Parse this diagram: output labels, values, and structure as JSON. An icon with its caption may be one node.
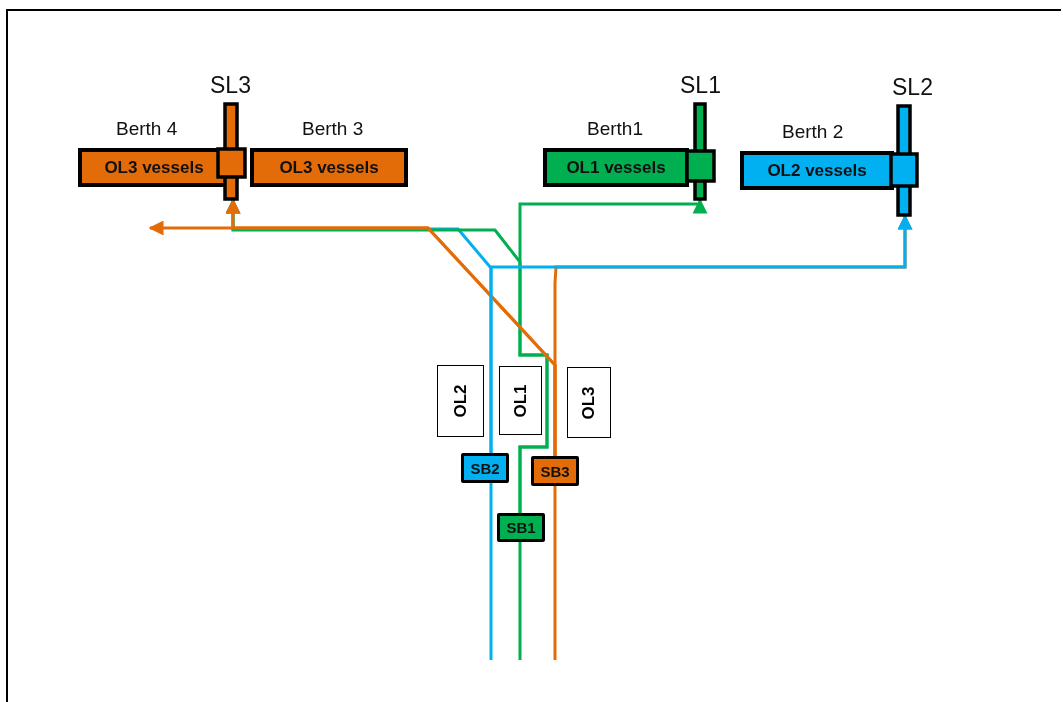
{
  "diagram": {
    "nodes": [
      {
        "text": [
          "Berth 4",
          "OL3 vessels"
        ]
      },
      {
        "text": [
          "Berth 3",
          "OL3 vessels"
        ]
      },
      {
        "text": [
          "Berth1",
          "OL1 vessels"
        ]
      },
      {
        "text": [
          "Berth 2",
          "OL2 vessels"
        ]
      },
      {
        "text": [
          "SL3"
        ]
      },
      {
        "text": [
          "SL1"
        ]
      },
      {
        "text": [
          "SL2"
        ]
      },
      {
        "text": [
          "OL2"
        ]
      },
      {
        "text": [
          "OL1"
        ]
      },
      {
        "text": [
          "OL3"
        ]
      },
      {
        "text": [
          "SB2"
        ]
      },
      {
        "text": [
          "SB3"
        ]
      },
      {
        "text": [
          "SB1"
        ]
      }
    ],
    "edges": [
      {
        "from": null,
        "to": 10,
        "arrow": "none",
        "color": "#00b0f0"
      },
      {
        "from": null,
        "to": 12,
        "arrow": "none",
        "color": "#00b050"
      },
      {
        "from": null,
        "to": 11,
        "arrow": "none",
        "color": "#e36c09"
      },
      {
        "from": 10,
        "to": 6,
        "arrow": "to",
        "color": "#00b0f0"
      },
      {
        "from": 10,
        "to": 4,
        "arrow": "to",
        "color": "#00b0f0"
      },
      {
        "from": 12,
        "to": 5,
        "arrow": "to",
        "color": "#00b050"
      },
      {
        "from": 12,
        "to": 4,
        "arrow": "to",
        "color": "#00b050"
      },
      {
        "from": 11,
        "to": 4,
        "arrow": "to",
        "color": "#e36c09"
      },
      {
        "from": 11,
        "to": 6,
        "arrow": "to",
        "color": "#e36c09"
      },
      {
        "from": 11,
        "to": null,
        "arrow": "to",
        "color": "#e36c09"
      }
    ]
  }
}
